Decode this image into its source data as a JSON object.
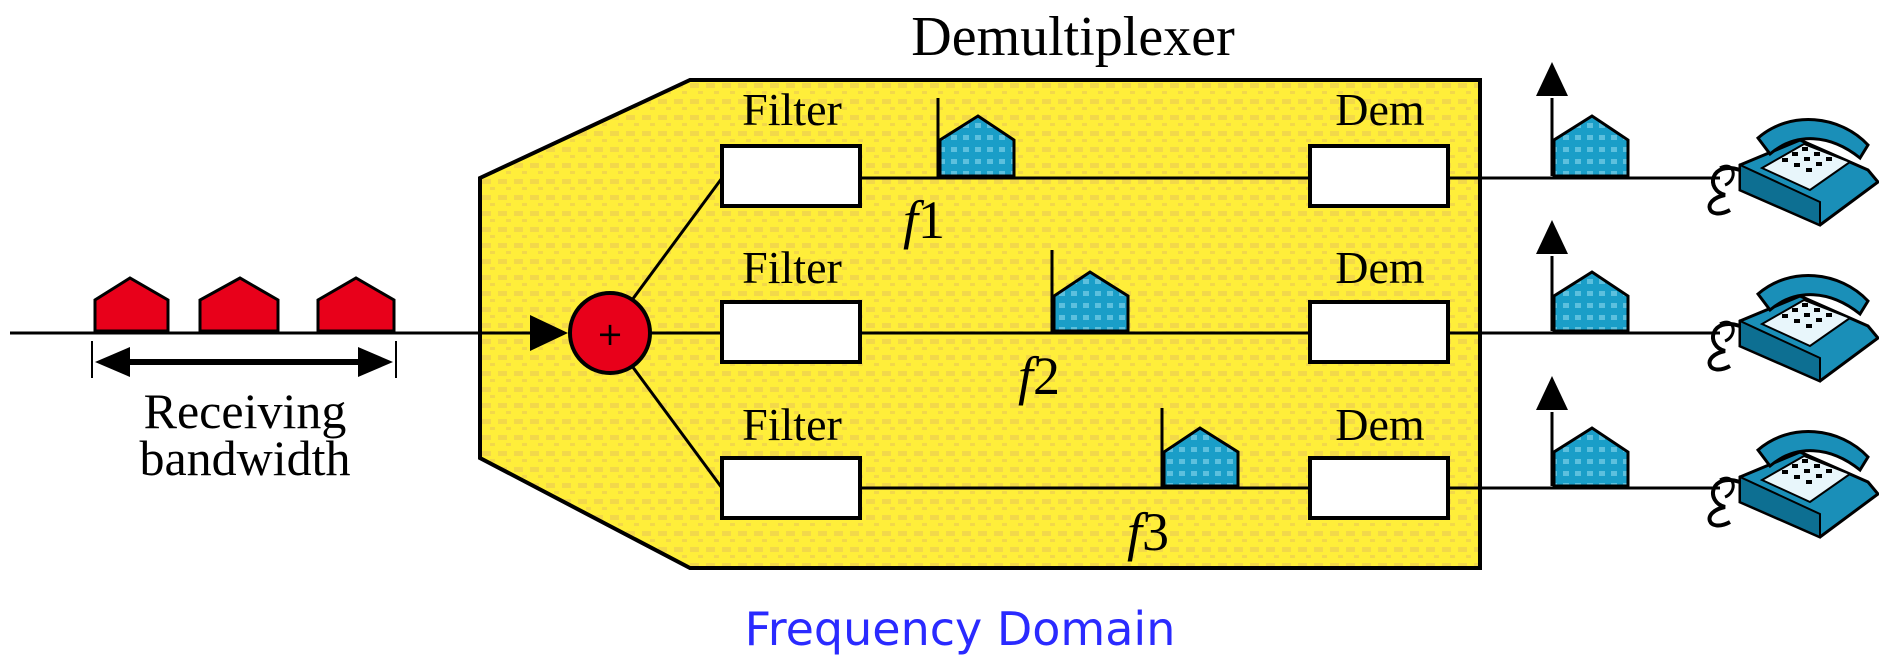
{
  "title": "Demultiplexer",
  "caption": "Frequency Domain",
  "input_label_line1": "Receiving",
  "input_label_line2": "bandwidth",
  "adder_symbol": "+",
  "channels": [
    {
      "filter_label": "Filter",
      "dem_label": "Dem",
      "freq_italic": "f",
      "freq_index": "1"
    },
    {
      "filter_label": "Filter",
      "dem_label": "Dem",
      "freq_italic": "f",
      "freq_index": "2"
    },
    {
      "filter_label": "Filter",
      "dem_label": "Dem",
      "freq_italic": "f",
      "freq_index": "3"
    }
  ],
  "colors": {
    "box_fill": "#ffee3a",
    "box_dots": "#f2d84a",
    "input_signal": "#e8001a",
    "channel_signal": "#1a9ec8",
    "caption": "#2a2aff",
    "phone": "#1a8fb8"
  },
  "icons": [
    "telephone-icon",
    "arrow-up-icon",
    "adder-icon"
  ]
}
